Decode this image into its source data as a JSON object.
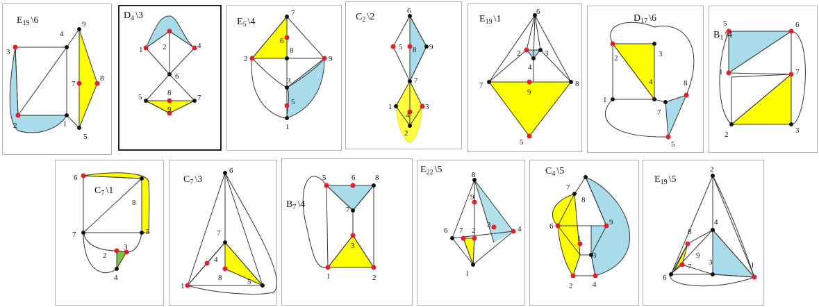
{
  "colors": {
    "yellow": "#ffff00",
    "blue": "#a9dcea",
    "green": "#7dc242",
    "vertex_red": "#e0202a",
    "vertex_black": "#111111",
    "edge": "#333333"
  },
  "panels": [
    {
      "title": "E",
      "sub": "19",
      "rm": "6",
      "labels": [
        "3",
        "4",
        "9",
        "8",
        "7",
        "2",
        "l",
        "5"
      ]
    },
    {
      "title": "D",
      "sub": "4",
      "rm": "3",
      "labels": [
        "1",
        "2",
        "4",
        "6",
        "5",
        "8",
        "7",
        "9"
      ]
    },
    {
      "title": "E",
      "sub": "5",
      "rm": "4",
      "labels": [
        "7",
        "6",
        "8",
        "2",
        "9",
        "3",
        "5",
        "1"
      ]
    },
    {
      "title": "C",
      "sub": "2",
      "rm": "2",
      "labels": [
        "6",
        "5",
        "8",
        "9",
        "7",
        "1",
        "4",
        "3",
        "2"
      ]
    },
    {
      "title": "E",
      "sub": "19",
      "rm": "1",
      "labels": [
        "6",
        "2",
        "3",
        "4",
        "7",
        "9",
        "8",
        "5"
      ]
    },
    {
      "title": "D",
      "sub": "17",
      "rm": "6",
      "labels": [
        "2",
        "3",
        "4",
        "1",
        "8",
        "7",
        "5"
      ]
    },
    {
      "title": "B",
      "sub": "1",
      "rm": "4",
      "labels": [
        "5",
        "6",
        "1",
        "7",
        "2",
        "3"
      ]
    },
    {
      "title": "C",
      "sub": "7",
      "rm": "1",
      "labels": [
        "6",
        "8",
        "7",
        "5",
        "2",
        "3",
        "4"
      ]
    },
    {
      "title": "C",
      "sub": "7",
      "rm": "3",
      "labels": [
        "6",
        "7",
        "4",
        "1",
        "8",
        "5"
      ]
    },
    {
      "title": "B",
      "sub": "7",
      "rm": "4",
      "labels": [
        "5",
        "6",
        "8",
        "7",
        "3",
        "1",
        "2"
      ]
    },
    {
      "title": "E",
      "sub": "22",
      "rm": "5",
      "labels": [
        "8",
        "9",
        "3",
        "6",
        "7",
        "2",
        "4",
        "l"
      ]
    },
    {
      "title": "C",
      "sub": "4",
      "rm": "5",
      "labels": [
        "7",
        "8",
        "6",
        "9",
        "1",
        "3",
        "2",
        "4"
      ]
    },
    {
      "title": "E",
      "sub": "19",
      "rm": "5",
      "labels": [
        "2",
        "4",
        "8",
        "9",
        "7",
        "6",
        "3",
        "l"
      ]
    }
  ]
}
